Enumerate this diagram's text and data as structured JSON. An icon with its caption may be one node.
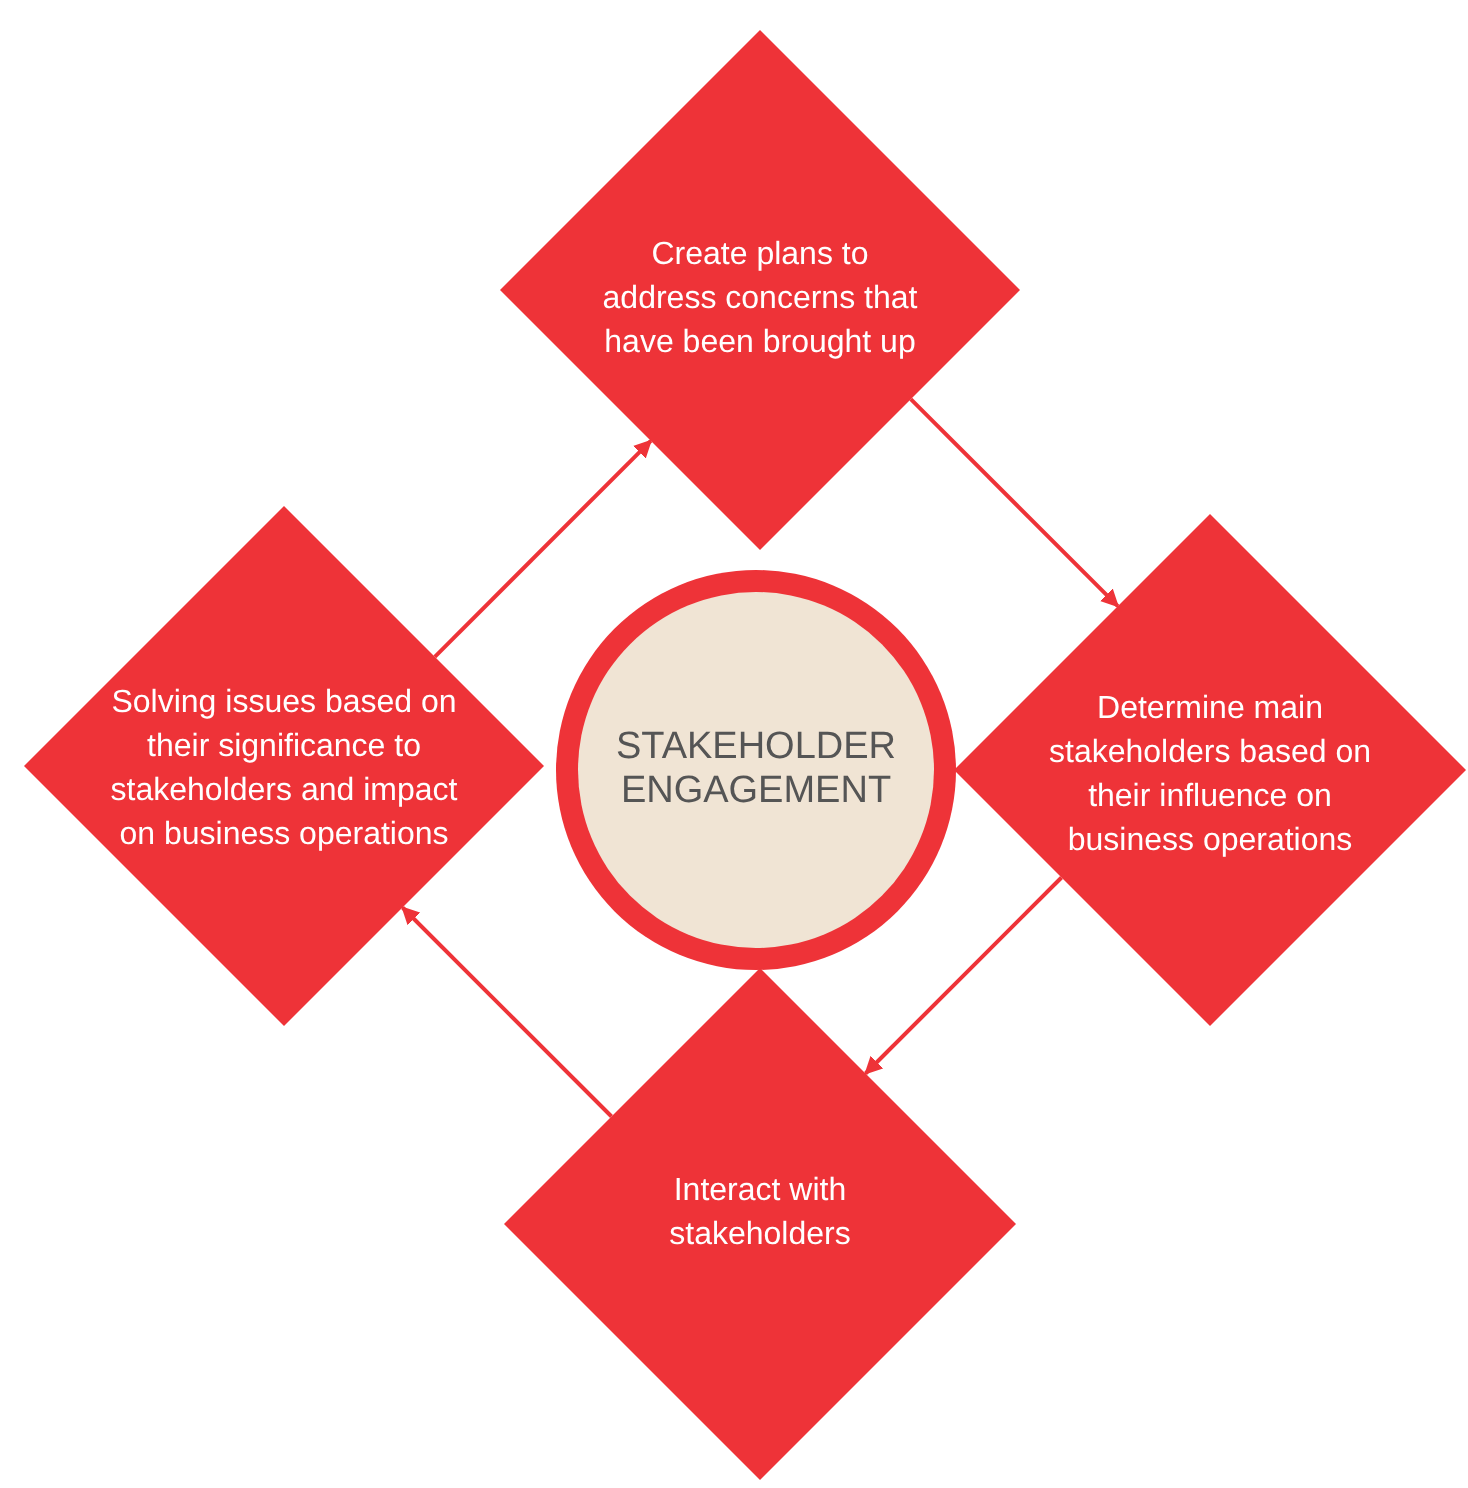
{
  "diagram": {
    "nodes": [
      {
        "text": [
          "Create plans to address concerns that have been brought up"
        ]
      },
      {
        "text": [
          "Solving issues based on their significance to stakeholders and impact on business operations"
        ]
      },
      {
        "text": [
          "STAKEHOLDER ENGAGEMENT"
        ]
      },
      {
        "text": [
          "Determine main stakeholders based on their influence on business operations"
        ]
      },
      {
        "text": [
          "Interact with stakeholders"
        ]
      }
    ],
    "edges": [
      {
        "from": 1,
        "to": 0,
        "arrow": "to"
      },
      {
        "from": 0,
        "to": 3,
        "arrow": "to"
      },
      {
        "from": 3,
        "to": 4,
        "arrow": "to"
      },
      {
        "from": 4,
        "to": 1,
        "arrow": "to"
      }
    ]
  }
}
